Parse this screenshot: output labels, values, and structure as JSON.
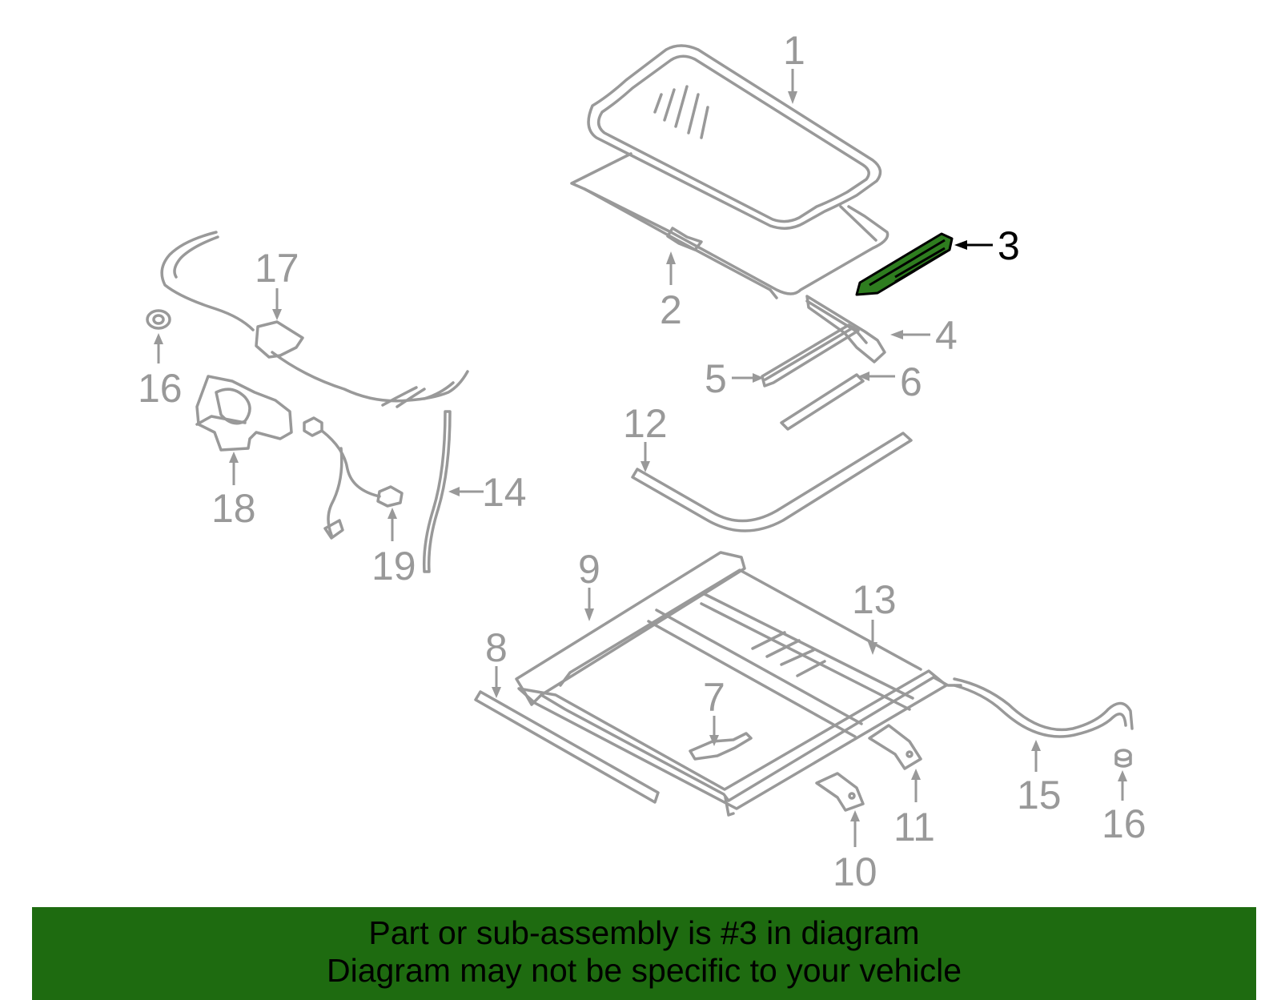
{
  "diagram": {
    "highlight_color": "#2e7d1f",
    "part_line_color": "#999999",
    "highlighted_part": "3",
    "callouts": {
      "c1": "1",
      "c2": "2",
      "c3": "3",
      "c4": "4",
      "c5": "5",
      "c6": "6",
      "c7": "7",
      "c8": "8",
      "c9": "9",
      "c10": "10",
      "c11": "11",
      "c12": "12",
      "c13": "13",
      "c14": "14",
      "c15": "15",
      "c16a": "16",
      "c16b": "16",
      "c17": "17",
      "c18": "18",
      "c19": "19"
    }
  },
  "banner": {
    "background_color": "#1e6b10",
    "line1": "Part or sub-assembly is #3 in diagram",
    "line2": "Diagram may not be specific to your vehicle"
  }
}
